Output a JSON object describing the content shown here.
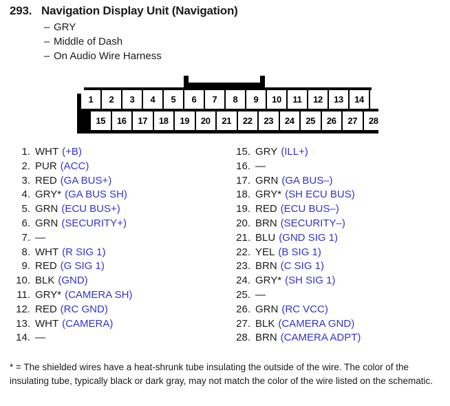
{
  "header": {
    "number": "293.",
    "title": "Navigation Display Unit (Navigation)",
    "subitems": [
      {
        "dash": "–",
        "text": "GRY"
      },
      {
        "dash": "–",
        "text": "Middle of Dash"
      },
      {
        "dash": "–",
        "text": "On Audio Wire Harness"
      }
    ]
  },
  "connector": {
    "top_row": [
      "1",
      "2",
      "3",
      "4",
      "5",
      "6",
      "7",
      "8",
      "9",
      "10",
      "11",
      "12",
      "13",
      "14"
    ],
    "bottom_row": [
      "15",
      "16",
      "17",
      "18",
      "19",
      "20",
      "21",
      "22",
      "23",
      "24",
      "25",
      "26",
      "27",
      "28"
    ],
    "latch_label": "latch-tab"
  },
  "pins": {
    "left": [
      {
        "index": "1.",
        "color": "WHT",
        "signal": "(+B)"
      },
      {
        "index": "2.",
        "color": "PUR",
        "signal": "(ACC)"
      },
      {
        "index": "3.",
        "color": "RED",
        "signal": "(GA BUS+)"
      },
      {
        "index": "4.",
        "color": "GRY*",
        "signal": "(GA BUS SH)"
      },
      {
        "index": "5.",
        "color": "GRN",
        "signal": "(ECU BUS+)"
      },
      {
        "index": "6.",
        "color": "GRN",
        "signal": "(SECURITY+)"
      },
      {
        "index": "7.",
        "color": "—",
        "signal": ""
      },
      {
        "index": "8.",
        "color": "WHT",
        "signal": "(R SIG 1)"
      },
      {
        "index": "9.",
        "color": "RED",
        "signal": "(G SIG 1)"
      },
      {
        "index": "10.",
        "color": "BLK",
        "signal": "(GND)"
      },
      {
        "index": "11.",
        "color": "GRY*",
        "signal": "(CAMERA SH)"
      },
      {
        "index": "12.",
        "color": "RED",
        "signal": "(RC GND)"
      },
      {
        "index": "13.",
        "color": "WHT",
        "signal": "(CAMERA)"
      },
      {
        "index": "14.",
        "color": "—",
        "signal": ""
      }
    ],
    "right": [
      {
        "index": "15.",
        "color": "GRY",
        "signal": "(ILL+)"
      },
      {
        "index": "16.",
        "color": "—",
        "signal": ""
      },
      {
        "index": "17.",
        "color": "GRN",
        "signal": "(GA BUS–)"
      },
      {
        "index": "18.",
        "color": "GRY*",
        "signal": "(SH ECU BUS)"
      },
      {
        "index": "19.",
        "color": "RED",
        "signal": "(ECU BUS–)"
      },
      {
        "index": "20.",
        "color": "BRN",
        "signal": "(SECURITY–)"
      },
      {
        "index": "21.",
        "color": "BLU",
        "signal": "(GND SIG 1)"
      },
      {
        "index": "22.",
        "color": "YEL",
        "signal": "(B SIG 1)"
      },
      {
        "index": "23.",
        "color": "BRN",
        "signal": "(C SIG 1)"
      },
      {
        "index": "24.",
        "color": "GRY*",
        "signal": "(SH SIG 1)"
      },
      {
        "index": "25.",
        "color": "—",
        "signal": ""
      },
      {
        "index": "26.",
        "color": "GRN",
        "signal": "(RC VCC)"
      },
      {
        "index": "27.",
        "color": "BLK",
        "signal": "(CAMERA GND)"
      },
      {
        "index": "28.",
        "color": "BRN",
        "signal": "(CAMERA ADPT)"
      }
    ]
  },
  "footnote": {
    "text": "* = The shielded wires have a heat-shrunk tube insulating the outside of the wire. The color of the insulating tube, typically black or dark gray, may not match the color of the wire listed on the schematic."
  },
  "colors": {
    "signal_blue": "#3333cc",
    "text_black": "#1a1a1a",
    "connector_outline": "#000000",
    "page_background": "#ffffff"
  }
}
